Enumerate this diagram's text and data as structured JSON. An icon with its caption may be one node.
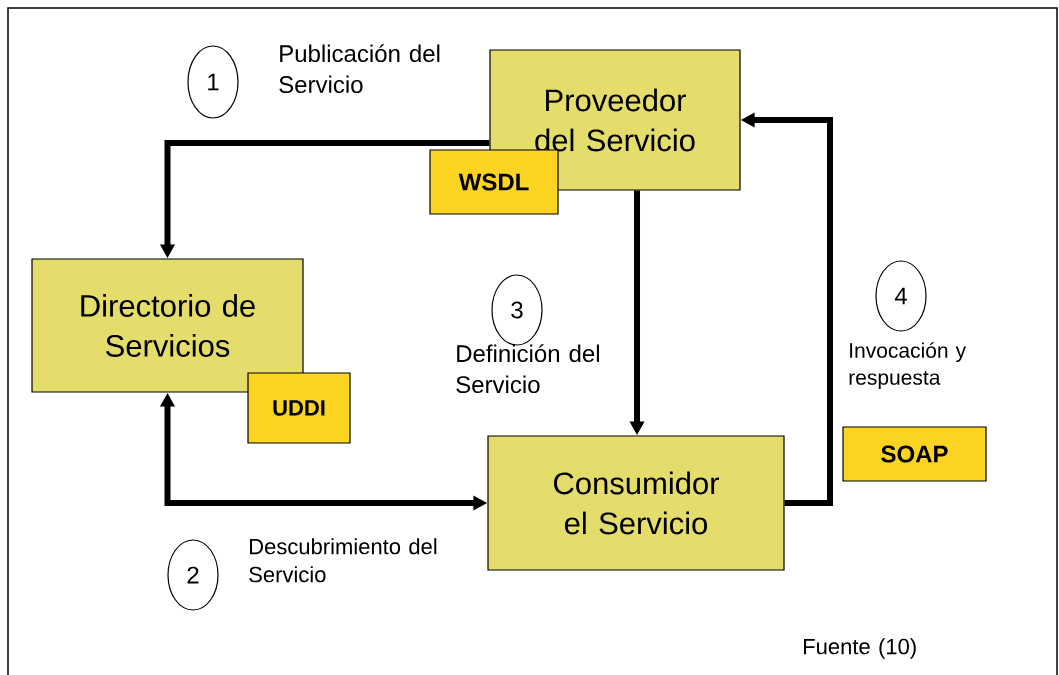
{
  "diagram": {
    "nodes": [
      {
        "text": [
          "1"
        ]
      },
      {
        "text": [
          "Proveedor del Servicio"
        ]
      },
      {
        "text": [
          "WSDL"
        ]
      },
      {
        "text": [
          "Directorio de Servicios"
        ]
      },
      {
        "text": [
          "UDDI"
        ]
      },
      {
        "text": [
          "3"
        ]
      },
      {
        "text": [
          "4"
        ]
      },
      {
        "text": [
          "SOAP"
        ]
      },
      {
        "text": [
          "Consumidor el Servicio"
        ]
      },
      {
        "text": [
          "2"
        ]
      }
    ],
    "edges": [
      {
        "from": 1,
        "to": 3,
        "arrow": "to"
      },
      {
        "from": 3,
        "to": 8,
        "arrow": "both"
      },
      {
        "from": 1,
        "to": 8,
        "arrow": "to"
      },
      {
        "from": 8,
        "to": 1,
        "arrow": "to"
      }
    ],
    "labels": [
      "Publicación del Servicio",
      "Definición del Servicio",
      "Invocación y respuesta",
      "Descubrimiento del Servicio",
      "Fuente (10)"
    ]
  }
}
